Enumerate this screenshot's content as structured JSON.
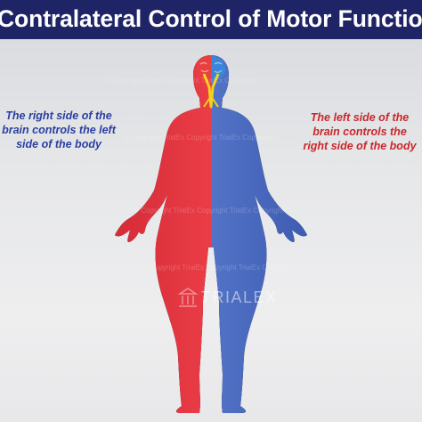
{
  "title": "Contralateral Control of Motor Functions",
  "captions": {
    "left": "The right side of the brain controls the left side of the body",
    "right": "The left side of the brain controls the right side of the body"
  },
  "watermark": {
    "logo": "TRIALEX",
    "repeat_text": "© Copyright TrialEx Copyright TrialEx Copyright"
  },
  "colors": {
    "title_bg": "#1f2466",
    "title_text": "#ffffff",
    "left_caption": "#2a3fa0",
    "right_caption": "#c8282a",
    "body_red": "#ec3b45",
    "body_blue": "#5272c8",
    "brain_left_hemisphere": "#e8403f",
    "brain_right_hemisphere": "#3a86d8",
    "nerve_tract": "#f2d21a"
  }
}
